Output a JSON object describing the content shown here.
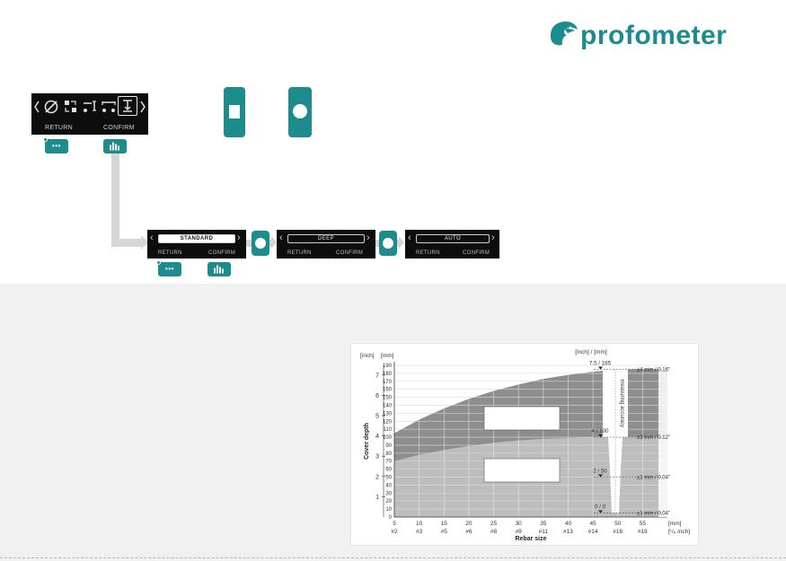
{
  "brand": {
    "name": "profometer",
    "color": "#1c8c8e"
  },
  "main_menu": {
    "icons": [
      "chevron-left-icon",
      "diameter-icon",
      "rebar-spacing-icon",
      "cover-measure-icon",
      "cover-pair-icon",
      "depth-range-icon",
      "chevron-right-icon"
    ],
    "return_label": "RETURN",
    "confirm_label": "CONFIRM"
  },
  "keys": {
    "return_key": "•••",
    "confirm_key": "bars"
  },
  "modes": [
    {
      "value": "STANDARD",
      "return_label": "RETURN",
      "confirm_label": "CONFIRM",
      "active": true
    },
    {
      "value": "DEEP",
      "return_label": "RETURN",
      "confirm_label": "CONFIRM",
      "active": false
    },
    {
      "value": "AUTO",
      "return_label": "RETURN",
      "confirm_label": "CONFIRM",
      "active": false
    }
  ],
  "chart_data": {
    "type": "area",
    "xlabel": "Rebar size",
    "ylabel": "Cover depth",
    "x_unit_top": "[mm]",
    "x_unit_bottom": "[¹/₈ inch]",
    "y_unit_left": "[inch]",
    "y_unit_right": "[mm]",
    "x_ticks_mm": [
      5,
      10,
      15,
      20,
      25,
      30,
      35,
      40,
      45,
      50,
      55
    ],
    "x_ticks_imperial": [
      "#2",
      "#3",
      "#5",
      "#6",
      "#8",
      "#9",
      "#11",
      "#13",
      "#14",
      "#16",
      "#18"
    ],
    "y_ticks_mm": [
      0,
      10,
      20,
      30,
      40,
      50,
      60,
      70,
      80,
      90,
      100,
      110,
      120,
      130,
      140,
      150,
      160,
      170,
      180,
      190
    ],
    "y_ticks_inch": [
      1,
      2,
      3,
      4,
      5,
      6,
      7
    ],
    "xlim": [
      5,
      60
    ],
    "ylim": [
      0,
      190
    ],
    "grid": true,
    "series": [
      {
        "x": [
          5,
          10,
          15,
          20,
          25,
          30,
          35,
          40,
          45,
          50,
          55,
          60
        ],
        "values": [
          105,
          122,
          136,
          148,
          158,
          166,
          173,
          178,
          182,
          185,
          185,
          185
        ]
      },
      {
        "x": [
          5,
          10,
          15,
          20,
          25,
          30,
          35,
          40,
          45,
          50,
          55,
          60
        ],
        "values": [
          70,
          78,
          84,
          89,
          93,
          96,
          98,
          99,
          100,
          100,
          100,
          100
        ]
      }
    ],
    "accuracy_header": "[inch] / [mm]",
    "accuracy_levels": [
      {
        "depth_label": "7.5 / 185",
        "accuracy": "±4 mm / 0.16”",
        "y_mm": 185
      },
      {
        "depth_label": "4 / 100",
        "accuracy": "±3 mm / 0.12”",
        "y_mm": 100
      },
      {
        "depth_label": "2 / 50",
        "accuracy": "±1 mm / 0.04”",
        "y_mm": 50
      },
      {
        "depth_label": "0 / 0",
        "accuracy": "±1 mm / 0.04”",
        "y_mm": 5
      }
    ],
    "annotation": "measuring accuracy"
  }
}
